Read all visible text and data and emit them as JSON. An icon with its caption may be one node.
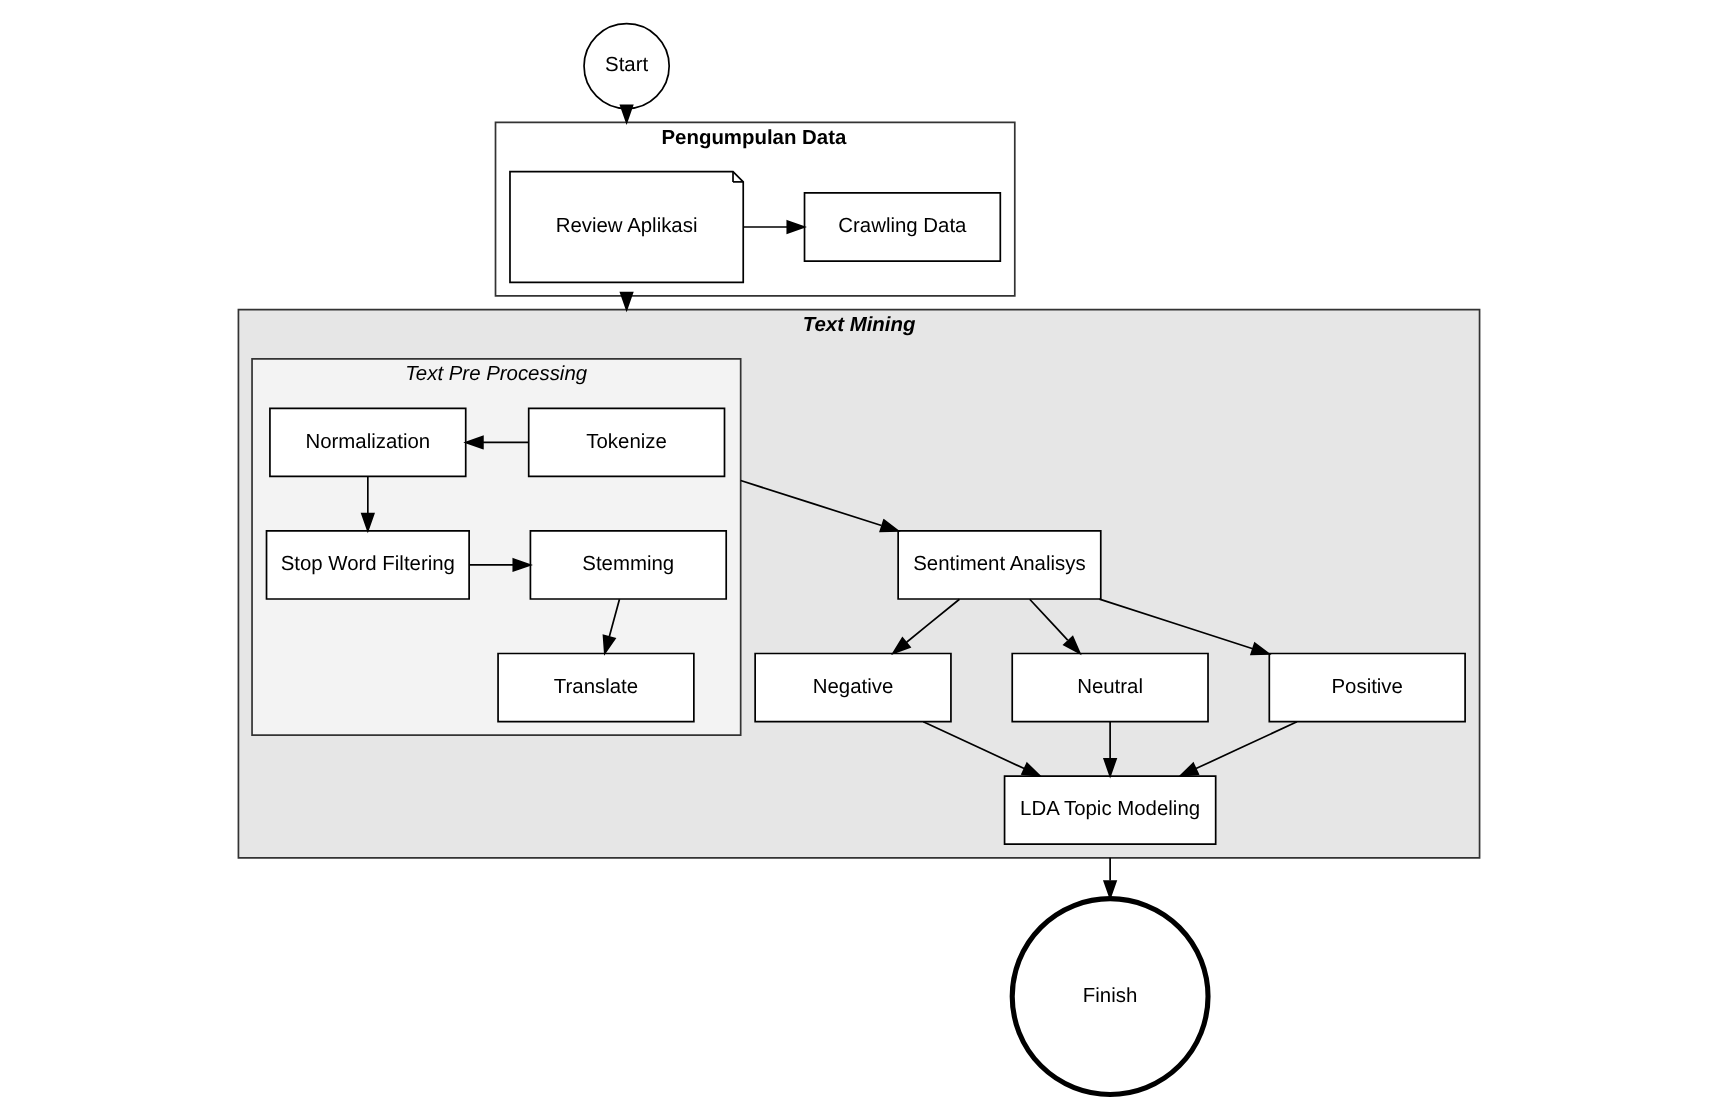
{
  "diagram": {
    "nodes": [
      {
        "text": [
          "Start"
        ]
      },
      {
        "text": [
          "Pengumpulan Data"
        ]
      },
      {
        "text": [
          "Review Aplikasi"
        ],
        "in": 1
      },
      {
        "text": [
          "Crawling Data"
        ],
        "in": 1
      },
      {
        "text": [
          "Text Mining"
        ]
      },
      {
        "text": [
          "Text Pre Processing"
        ],
        "in": 4
      },
      {
        "text": [
          "Tokenize"
        ],
        "in": 5
      },
      {
        "text": [
          "Normalization"
        ],
        "in": 5
      },
      {
        "text": [
          "Stop Word Filtering"
        ],
        "in": 5
      },
      {
        "text": [
          "Stemming"
        ],
        "in": 5
      },
      {
        "text": [
          "Translate"
        ],
        "in": 5
      },
      {
        "text": [
          "Sentiment Analisys"
        ],
        "in": 4
      },
      {
        "text": [
          "Positive"
        ],
        "in": 4
      },
      {
        "text": [
          "Negative"
        ],
        "in": 4
      },
      {
        "text": [
          "Neutral"
        ],
        "in": 4
      },
      {
        "text": [
          "LDA Topic Modeling"
        ],
        "in": 4
      },
      {
        "text": [
          "Finish"
        ]
      }
    ],
    "edges": [
      {
        "from": 0,
        "to": 1,
        "arrow": "to"
      },
      {
        "from": 2,
        "to": 3,
        "arrow": "to"
      },
      {
        "from": 1,
        "to": 4,
        "arrow": "to"
      },
      {
        "from": 6,
        "to": 7,
        "arrow": "to"
      },
      {
        "from": 7,
        "to": 8,
        "arrow": "to"
      },
      {
        "from": 8,
        "to": 9,
        "arrow": "to"
      },
      {
        "from": 9,
        "to": 10,
        "arrow": "to"
      },
      {
        "from": 5,
        "to": 11,
        "arrow": "to"
      },
      {
        "from": 11,
        "to": 12,
        "arrow": "to"
      },
      {
        "from": 11,
        "to": 13,
        "arrow": "to"
      },
      {
        "from": 11,
        "to": 14,
        "arrow": "to"
      },
      {
        "from": 12,
        "to": 15,
        "arrow": "to"
      },
      {
        "from": 13,
        "to": 15,
        "arrow": "to"
      },
      {
        "from": 14,
        "to": 15,
        "arrow": "to"
      },
      {
        "from": 4,
        "to": 16,
        "arrow": "to"
      }
    ]
  }
}
